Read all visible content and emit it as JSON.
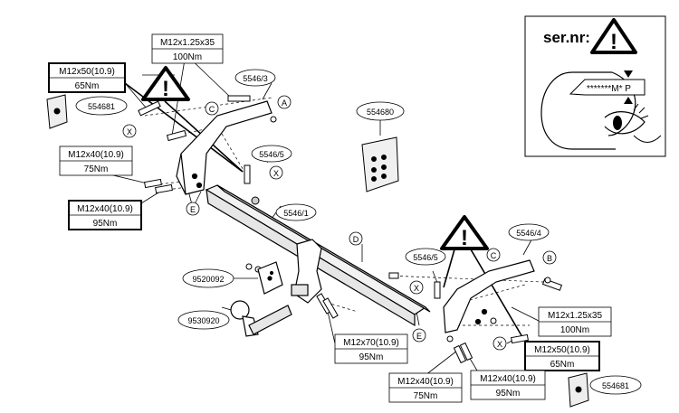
{
  "serial_box": {
    "title": "ser.nr:",
    "plate_code": "*******M* P"
  },
  "torques": {
    "t1": {
      "spec": "M12x1.25x35",
      "torque": "100Nm"
    },
    "t2": {
      "spec": "M12x50(10.9)",
      "torque": "65Nm"
    },
    "t3": {
      "spec": "M12x40(10.9)",
      "torque": "75Nm"
    },
    "t4": {
      "spec": "M12x40(10.9)",
      "torque": "95Nm"
    },
    "t5": {
      "spec": "M12x70(10.9)",
      "torque": "95Nm"
    },
    "t6": {
      "spec": "M12x1.25x35",
      "torque": "100Nm"
    },
    "t7": {
      "spec": "M12x50(10.9)",
      "torque": "65Nm"
    },
    "t8": {
      "spec": "M12x40(10.9)",
      "torque": "75Nm"
    },
    "t9": {
      "spec": "M12x40(10.9)",
      "torque": "95Nm"
    }
  },
  "parts": {
    "p1": "554681",
    "p2": "5546/3",
    "p3": "554680",
    "p4": "5546/5",
    "p5": "5546/1",
    "p6": "5546/4",
    "p7": "5546/5",
    "p8": "9520092",
    "p9": "9530920",
    "p10": "554681"
  },
  "letters": {
    "a": "A",
    "b": "B",
    "c1": "C",
    "c2": "C",
    "d": "D",
    "e1": "E",
    "e2": "E",
    "x1": "X",
    "x2": "X",
    "x3": "X",
    "x4": "X"
  },
  "warning_symbol": "!"
}
